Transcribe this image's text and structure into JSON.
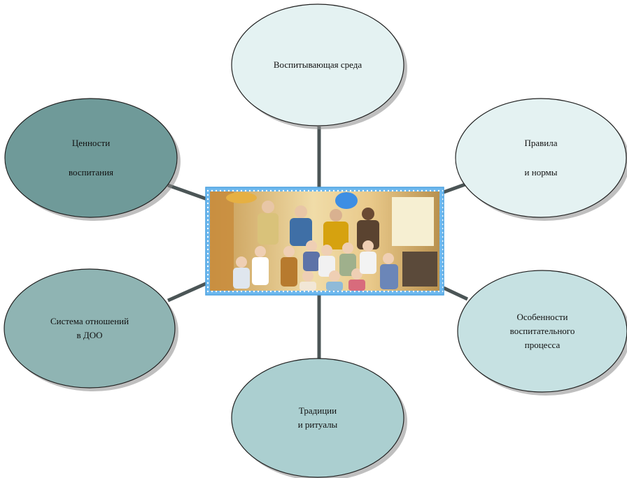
{
  "nodes": [
    {
      "id": "top",
      "lines": [
        "Воспитывающая среда"
      ],
      "fill": "#e4f2f2"
    },
    {
      "id": "left-top",
      "lines": [
        "Ценности",
        "воспитания"
      ],
      "fill": "#6f9a99"
    },
    {
      "id": "right-top",
      "lines": [
        "Правила",
        "и нормы"
      ],
      "fill": "#e4f2f2"
    },
    {
      "id": "left-bottom",
      "lines": [
        "Система отношений",
        "в ДОО"
      ],
      "fill": "#8fb4b3"
    },
    {
      "id": "right-bottom",
      "lines": [
        "Особенности",
        "воспитательного",
        "процесса"
      ],
      "fill": "#c6e1e2"
    },
    {
      "id": "bottom",
      "lines": [
        "Традиции",
        "и ритуалы"
      ],
      "fill": "#abcfd0"
    }
  ],
  "colors": {
    "connector": "#4b5556",
    "outline": "#222222",
    "shadow": "#8a8a8a",
    "photo_border": "#4fa3e0"
  },
  "center_image": {
    "kind": "photo",
    "subject": "group-photo-children-and-teachers"
  }
}
